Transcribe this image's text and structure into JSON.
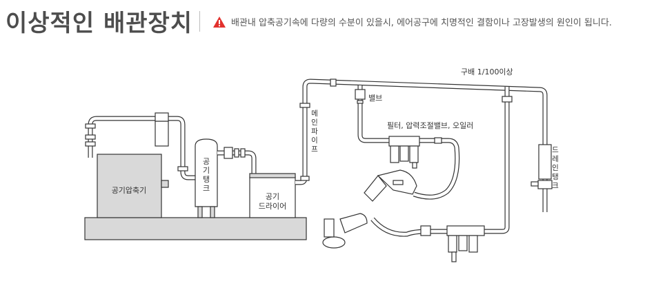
{
  "header": {
    "title": "이상적인 배관장치",
    "warning_icon": "warning-triangle-icon",
    "warning_color": "#e2312d",
    "warning_text": "배관내 압축공기속에 다량의 수분이 있을시,  에어공구에 치명적인 결함이나 고장발생의 원인이 됩니다."
  },
  "diagram": {
    "compressor": "공기압축기",
    "tank_v": [
      "공",
      "기",
      "탱",
      "크"
    ],
    "dryer_line1": "공기",
    "dryer_line2": "드라이어",
    "main_pipe_v": [
      "메",
      "인",
      "파",
      "이",
      "프"
    ],
    "slope": "구배 1/100이상",
    "valve": "밸브",
    "frl": "필터, 압력조절밸브, 오일러",
    "drain_tank_v": [
      "드",
      "레",
      "인",
      "탱",
      "크"
    ]
  }
}
